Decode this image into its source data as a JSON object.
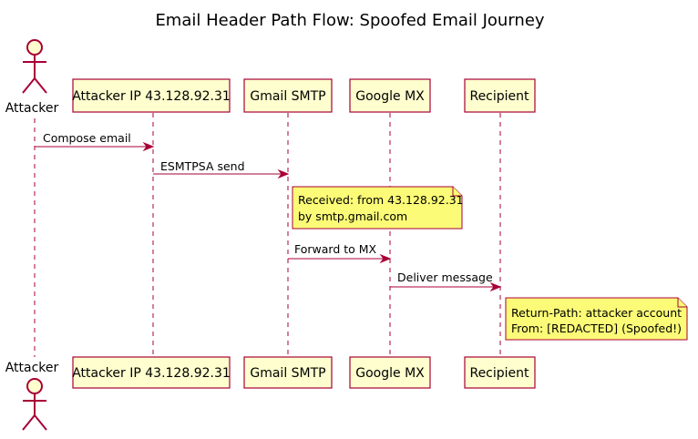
{
  "title": "Email Header Path Flow: Spoofed Email Journey",
  "participants": [
    {
      "label": "Attacker",
      "kind": "actor"
    },
    {
      "label": "Attacker IP 43.128.92.31",
      "kind": "participant"
    },
    {
      "label": "Gmail SMTP",
      "kind": "participant"
    },
    {
      "label": "Google MX",
      "kind": "participant"
    },
    {
      "label": "Recipient",
      "kind": "participant"
    }
  ],
  "messages": [
    {
      "from": 0,
      "to": 1,
      "label": "Compose email"
    },
    {
      "from": 1,
      "to": 2,
      "label": "ESMTPSA send"
    },
    {
      "from": 2,
      "to": 3,
      "label": "Forward to MX"
    },
    {
      "from": 3,
      "to": 4,
      "label": "Deliver message"
    }
  ],
  "notes": [
    {
      "anchor": 2,
      "lines": [
        "Received: from 43.128.92.31",
        "by smtp.gmail.com"
      ]
    },
    {
      "anchor": 4,
      "lines": [
        "Return-Path: attacker account",
        "From: [REDACTED] (Spoofed!)"
      ]
    }
  ],
  "colors": {
    "border": "#A80036",
    "participant_fill": "#FEFECE",
    "note_fill": "#FBFB77"
  }
}
